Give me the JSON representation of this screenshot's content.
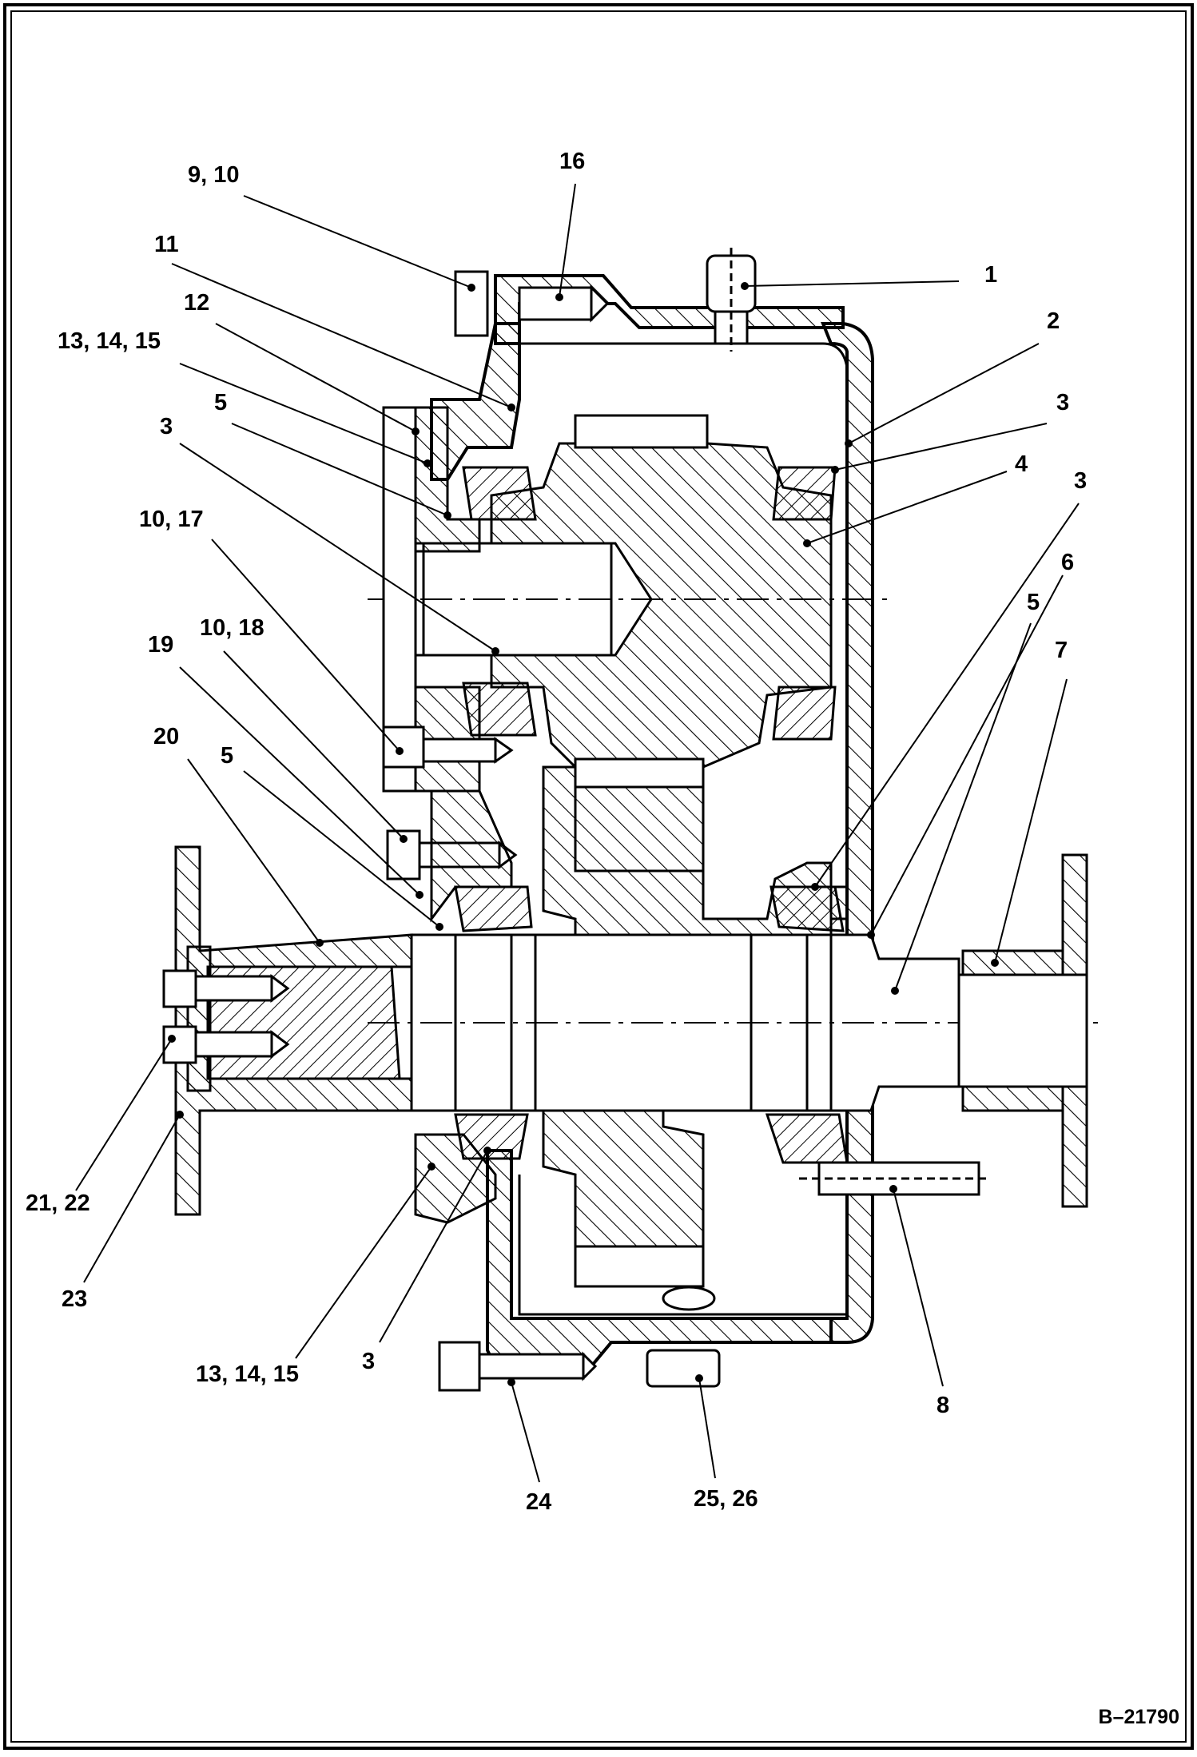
{
  "drawing": {
    "figure_id": "B–21790",
    "callouts": [
      {
        "id": "c1",
        "text": "1"
      },
      {
        "id": "c2",
        "text": "2"
      },
      {
        "id": "c3a",
        "text": "3"
      },
      {
        "id": "c4",
        "text": "4"
      },
      {
        "id": "c3b",
        "text": "3"
      },
      {
        "id": "c6",
        "text": "6"
      },
      {
        "id": "c5a",
        "text": "5"
      },
      {
        "id": "c7",
        "text": "7"
      },
      {
        "id": "c16",
        "text": "16"
      },
      {
        "id": "c9_10",
        "text": "9, 10"
      },
      {
        "id": "c11",
        "text": "11"
      },
      {
        "id": "c12",
        "text": "12"
      },
      {
        "id": "c13_14_15a",
        "text": "13, 14, 15"
      },
      {
        "id": "c5b",
        "text": "5"
      },
      {
        "id": "c3c",
        "text": "3"
      },
      {
        "id": "c10_17",
        "text": "10, 17"
      },
      {
        "id": "c10_18",
        "text": "10, 18"
      },
      {
        "id": "c19",
        "text": "19"
      },
      {
        "id": "c20",
        "text": "20"
      },
      {
        "id": "c5c",
        "text": "5"
      },
      {
        "id": "c21_22",
        "text": "21, 22"
      },
      {
        "id": "c23",
        "text": "23"
      },
      {
        "id": "c13_14_15b",
        "text": "13, 14, 15"
      },
      {
        "id": "c3d",
        "text": "3"
      },
      {
        "id": "c8",
        "text": "8"
      },
      {
        "id": "c24",
        "text": "24"
      },
      {
        "id": "c25_26",
        "text": "25, 26"
      }
    ]
  }
}
